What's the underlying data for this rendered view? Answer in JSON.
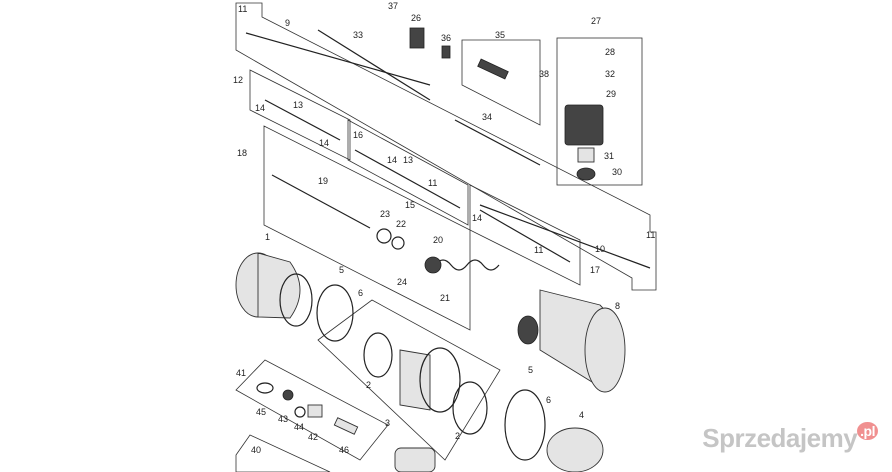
{
  "labels": [
    "11",
    "9",
    "37",
    "26",
    "33",
    "36",
    "35",
    "27",
    "28",
    "32",
    "38",
    "29",
    "12",
    "14",
    "13",
    "14",
    "34",
    "16",
    "14",
    "13",
    "11",
    "15",
    "31",
    "30",
    "18",
    "19",
    "23",
    "22",
    "20",
    "14",
    "11",
    "10",
    "11",
    "17",
    "1",
    "5",
    "6",
    "24",
    "21",
    "8",
    "2",
    "3",
    "41",
    "45",
    "43",
    "44",
    "42",
    "46",
    "40",
    "5",
    "6",
    "2",
    "4"
  ],
  "watermark": {
    "text": "Sprzedajemy",
    "suffix": ".pl"
  }
}
